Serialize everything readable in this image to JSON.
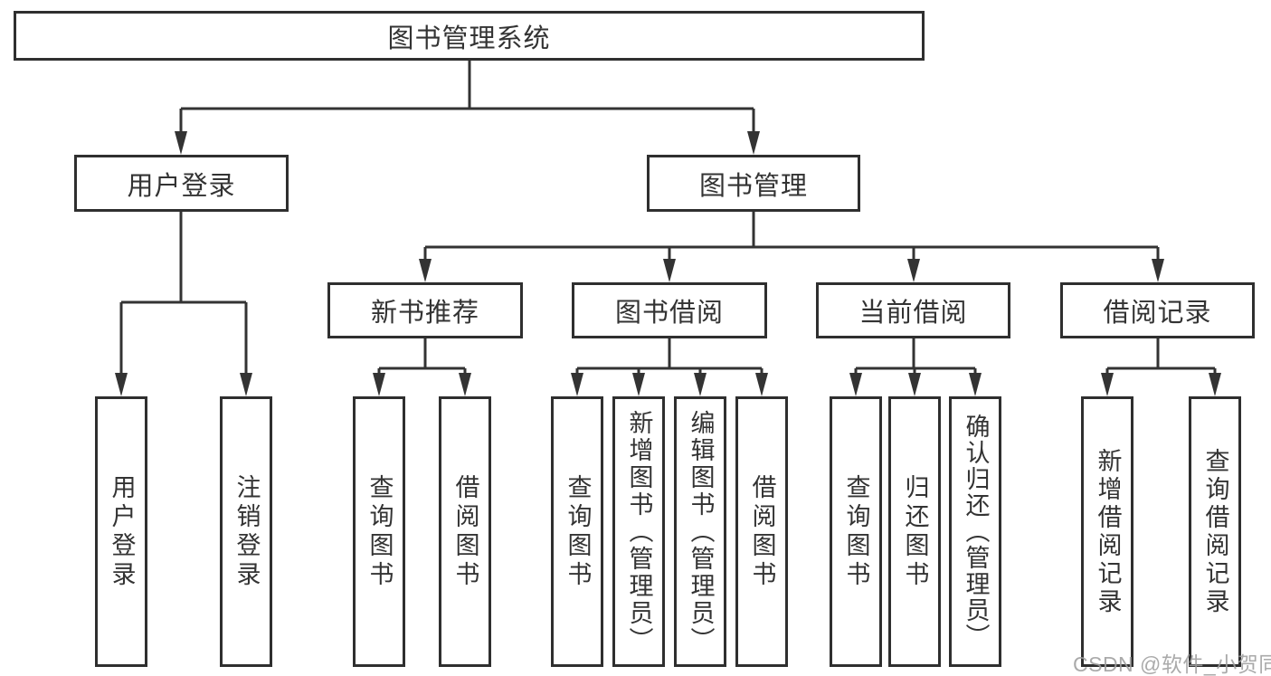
{
  "diagram": {
    "root": {
      "label": "图书管理系统"
    },
    "level2": {
      "user_login": {
        "label": "用户登录"
      },
      "book_management": {
        "label": "图书管理"
      }
    },
    "level3": {
      "new_book_recommend": {
        "label": "新书推荐"
      },
      "book_borrow": {
        "label": "图书借阅"
      },
      "current_borrow": {
        "label": "当前借阅"
      },
      "borrow_record": {
        "label": "借阅记录"
      }
    },
    "leaves": {
      "user_login": {
        "label": "用户登录"
      },
      "logout": {
        "label": "注销登录"
      },
      "query_book_1": {
        "label": "查询图书"
      },
      "borrow_book_1": {
        "label": "借阅图书"
      },
      "query_book_2": {
        "label": "查询图书"
      },
      "add_book": {
        "label": "新增图书（管理员）"
      },
      "edit_book": {
        "label": "编辑图书（管理员）"
      },
      "borrow_book_2": {
        "label": "借阅图书"
      },
      "query_book_3": {
        "label": "查询图书"
      },
      "return_book": {
        "label": "归还图书"
      },
      "confirm_return": {
        "label": "确认归还（管理员）"
      },
      "add_borrow_record": {
        "label": "新增借阅记录"
      },
      "query_borrow_record": {
        "label": "查询借阅记录"
      }
    }
  },
  "watermark": {
    "text": "CSDN @软件_小贺同学"
  },
  "colors": {
    "line": "#333333",
    "box_border": "#2f2f2f",
    "text": "#333333",
    "watermark": "#9e9e9e",
    "background": "#ffffff"
  }
}
